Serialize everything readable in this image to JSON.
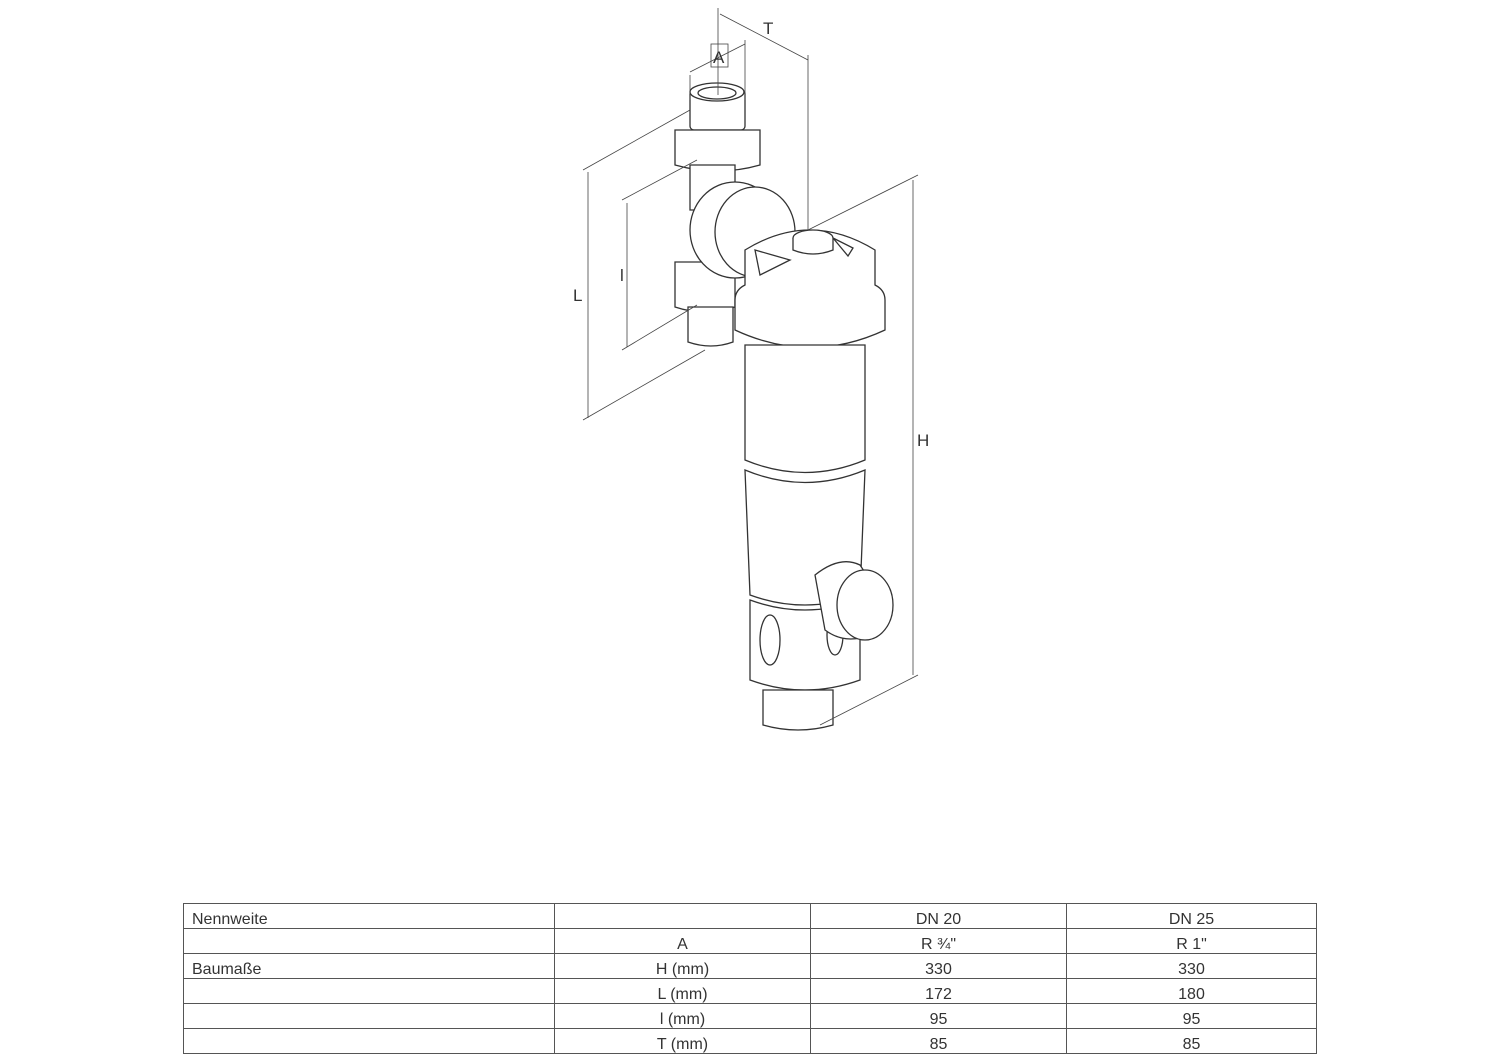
{
  "drawing": {
    "labels": {
      "A": "A",
      "T": "T",
      "L": "L",
      "l": "l",
      "H": "H"
    }
  },
  "table": {
    "rows": [
      [
        "Nennweite",
        "",
        "DN 20",
        "DN 25"
      ],
      [
        "",
        "A",
        "R ¾\"",
        "R 1\""
      ],
      [
        "Baumaße",
        "H (mm)",
        "330",
        "330"
      ],
      [
        "",
        "L (mm)",
        "172",
        "180"
      ],
      [
        "",
        "l (mm)",
        "95",
        "95"
      ],
      [
        "",
        "T (mm)",
        "85",
        "85"
      ]
    ]
  }
}
